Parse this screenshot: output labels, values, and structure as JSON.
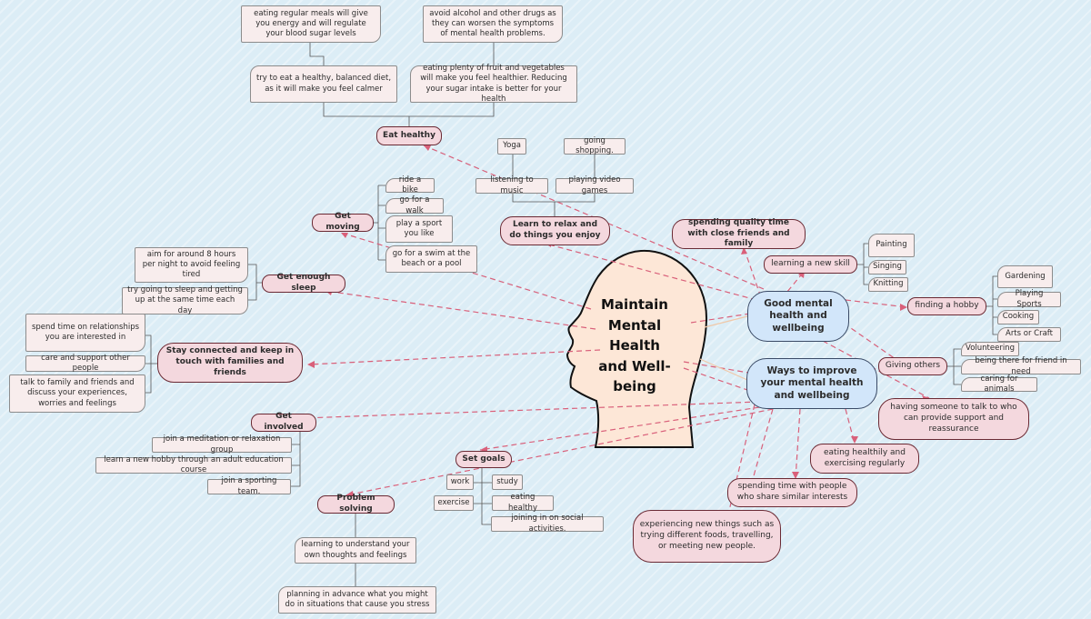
{
  "center": {
    "title": "Maintain Mental Health and Well-being"
  },
  "main_topics": {
    "good": "Good mental health and wellbeing",
    "ways": "Ways to improve your mental health and wellbeing"
  },
  "eat_healthy": {
    "label": "Eat healthy",
    "items": [
      "eating regular meals will give you energy and will regulate your blood sugar levels",
      "avoid alcohol and other drugs as they can worsen the symptoms of mental health problems.",
      "try to eat a healthy, balanced diet, as it will make you feel calmer",
      "eating plenty of fruit and vegetables will make you feel healthier. Reducing your sugar intake is better for your health"
    ]
  },
  "relax": {
    "label": "Learn to relax and do things you enjoy",
    "items": [
      "Yoga",
      "going shopping.",
      "listening to music",
      "playing video games"
    ]
  },
  "moving": {
    "label": "Get moving",
    "items": [
      "ride a bike",
      "go for a walk",
      "play a sport you like",
      "go for a swim at the beach or a pool"
    ]
  },
  "sleep": {
    "label": "Get enough sleep",
    "items": [
      "aim for around 8 hours per night to avoid feeling tired",
      "try going to sleep and getting up at the same time each day"
    ]
  },
  "connected": {
    "label": "Stay connected and keep in touch with families and friends",
    "items": [
      "spend time on relationships you are interested in",
      "care and support other people",
      "talk to family and friends and discuss your experiences, worries and feelings"
    ]
  },
  "involved": {
    "label": "Get involved",
    "items": [
      "join a meditation or relaxation group",
      "learn a new hobby through an adult education course",
      "join a sporting team."
    ]
  },
  "goals": {
    "label": "Set goals",
    "items": [
      "work",
      "study",
      "exercise",
      "eating healthy",
      "joining in on social activities."
    ]
  },
  "problem": {
    "label": "Problem solving",
    "items": [
      "learning to understand your own thoughts and feelings",
      "planning in advance what you might do in situations that cause you stress"
    ]
  },
  "right": {
    "quality": "spending quality time with close friends and family",
    "skill": {
      "label": "learning a new skill",
      "items": [
        "Painting",
        "Singing",
        "Knitting"
      ]
    },
    "hobby": {
      "label": "finding a hobby",
      "items": [
        "Gardening",
        "Playing Sports",
        "Cooking",
        "Arts or Craft"
      ]
    },
    "others": {
      "label": "Giving others",
      "items": [
        "Volunteering",
        "being there for friend in need",
        "caring for animals"
      ]
    },
    "talk": "having someone to talk to who can provide support and reassurance",
    "eating": "eating healthily and exercising regularly",
    "similar": "spending time with people who share similar interests",
    "experience": "experiencing new things such as trying different foods, travelling, or meeting new people."
  },
  "colors": {
    "topic_fill": "#f4d8de",
    "topic_border": "#6a2a34",
    "leaf_fill": "#f8eded",
    "main_fill": "#d2e6fa",
    "head_fill": "#fde7d7",
    "link": "#d9607a"
  }
}
